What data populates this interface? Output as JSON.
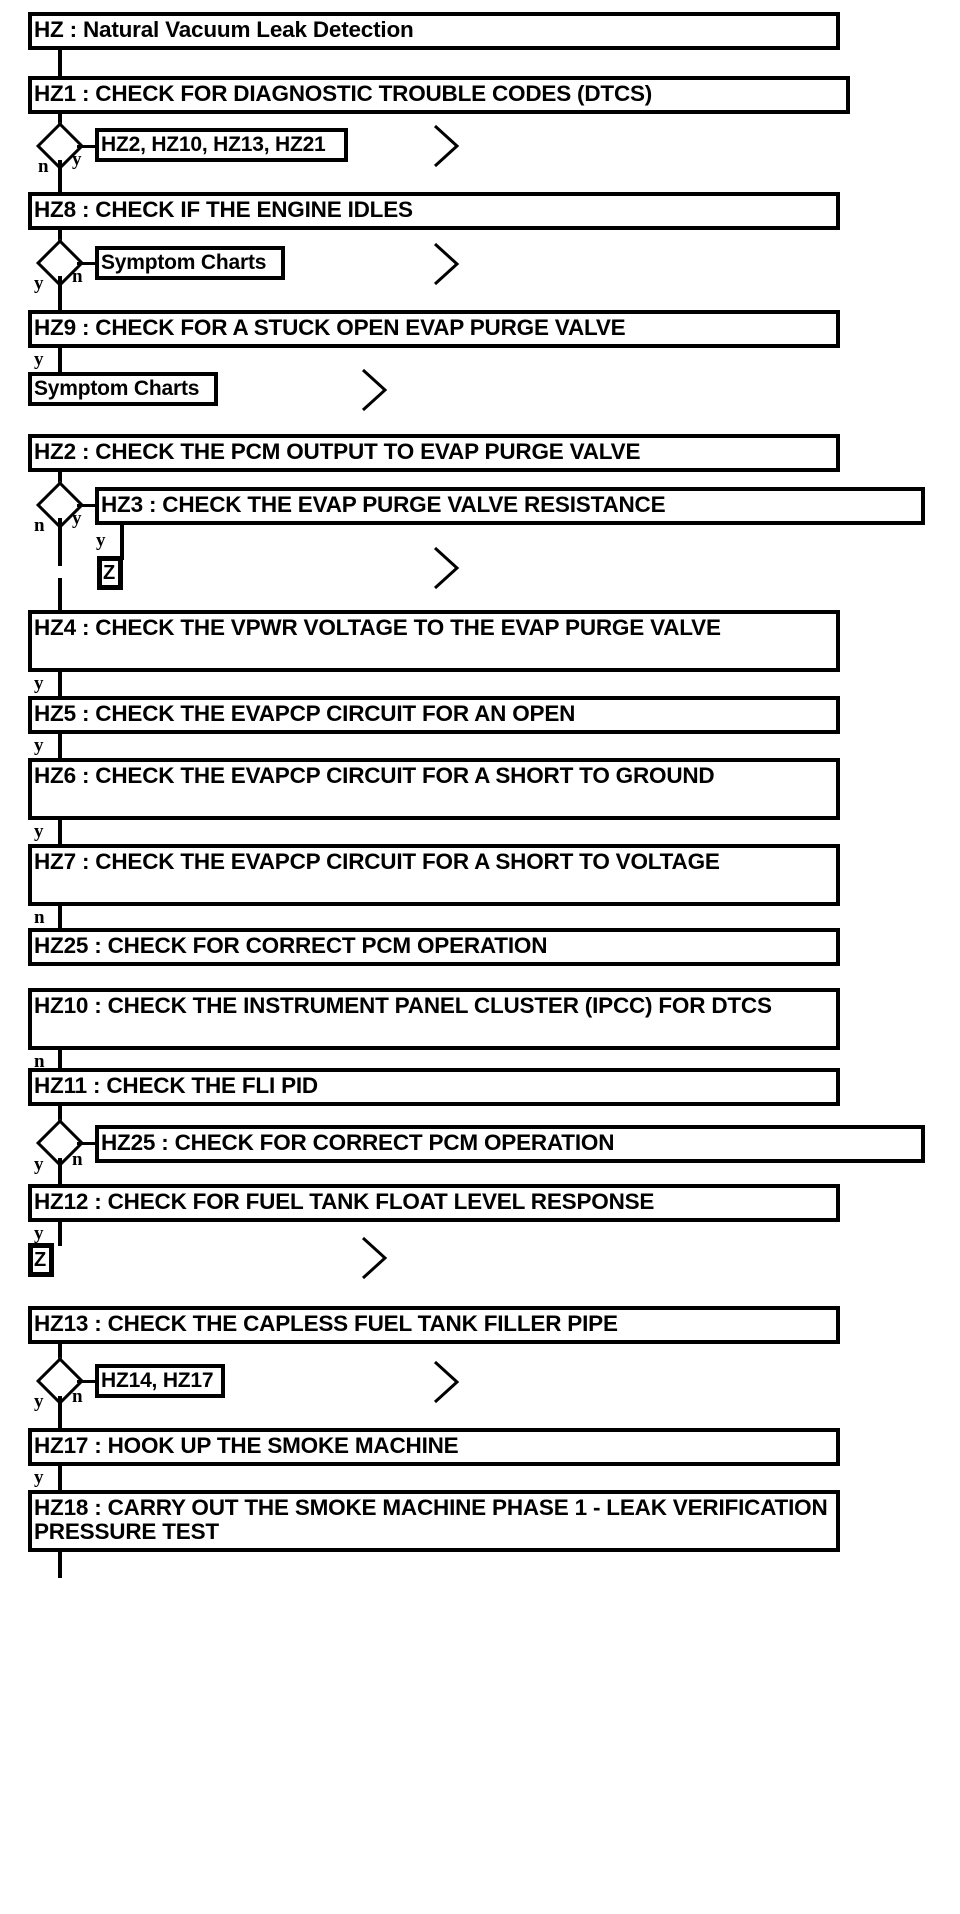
{
  "diagram": {
    "type": "flowchart",
    "title": "HZ : Natural Vacuum Leak Detection",
    "colors": {
      "line": "#000000",
      "fill": "#ffffff",
      "text": "#000000"
    },
    "nodes": {
      "hz_title": "HZ : Natural Vacuum Leak Detection",
      "hz1": "HZ1 : CHECK FOR DIAGNOSTIC TROUBLE CODES (DTCS)",
      "ref_hz2_hz10_hz13_hz21": "HZ2, HZ10, HZ13, HZ21",
      "hz8": "HZ8 : CHECK IF THE ENGINE IDLES",
      "ref_symptom_charts_1": "Symptom Charts",
      "hz9": "HZ9 : CHECK FOR A STUCK OPEN EVAP PURGE VALVE",
      "ref_symptom_charts_2": "Symptom Charts",
      "hz2": "HZ2 : CHECK THE PCM OUTPUT TO EVAP PURGE VALVE",
      "hz3": "HZ3 : CHECK THE EVAP PURGE VALVE RESISTANCE",
      "z_box_1": "Z",
      "hz4": "HZ4 : CHECK THE VPWR VOLTAGE TO THE EVAP PURGE VALVE",
      "hz5": "HZ5 : CHECK THE EVAPCP CIRCUIT FOR AN OPEN",
      "hz6": "HZ6 : CHECK THE EVAPCP CIRCUIT FOR A SHORT TO GROUND",
      "hz7": "HZ7 : CHECK THE EVAPCP CIRCUIT FOR A SHORT TO VOLTAGE",
      "hz25_a": "HZ25 : CHECK FOR CORRECT PCM OPERATION",
      "hz10": "HZ10 : CHECK THE INSTRUMENT PANEL CLUSTER (IPCC) FOR DTCS",
      "hz11": "HZ11 : CHECK THE FLI PID",
      "hz25_b": "HZ25 : CHECK FOR CORRECT PCM OPERATION",
      "hz12": "HZ12 : CHECK FOR FUEL TANK FLOAT LEVEL RESPONSE",
      "z_box_2": "Z",
      "hz13": "HZ13 : CHECK THE CAPLESS FUEL TANK FILLER PIPE",
      "ref_hz14_hz17": "HZ14, HZ17",
      "hz17": "HZ17 : HOOK UP THE SMOKE MACHINE",
      "hz18": "HZ18 : CARRY OUT THE SMOKE MACHINE PHASE 1 - LEAK VERIFICATION PRESSURE TEST"
    },
    "branch_labels": {
      "d1_y": "y",
      "d1_n": "n",
      "d2_y": "y",
      "d2_n": "n",
      "hz9_y": "y",
      "d3_y": "y",
      "d3_n": "n",
      "hz3_y": "y",
      "hz4_y": "y",
      "hz5_y": "y",
      "hz6_y": "y",
      "hz7_n": "n",
      "hz10_n": "n",
      "d4_y": "y",
      "d4_n": "n",
      "hz12_y": "y",
      "d5_y": "y",
      "d5_n": "n",
      "hz17_y": "y"
    },
    "chevrons": [
      "chevron-1",
      "chevron-2",
      "chevron-3",
      "chevron-4",
      "chevron-5",
      "chevron-6"
    ]
  }
}
